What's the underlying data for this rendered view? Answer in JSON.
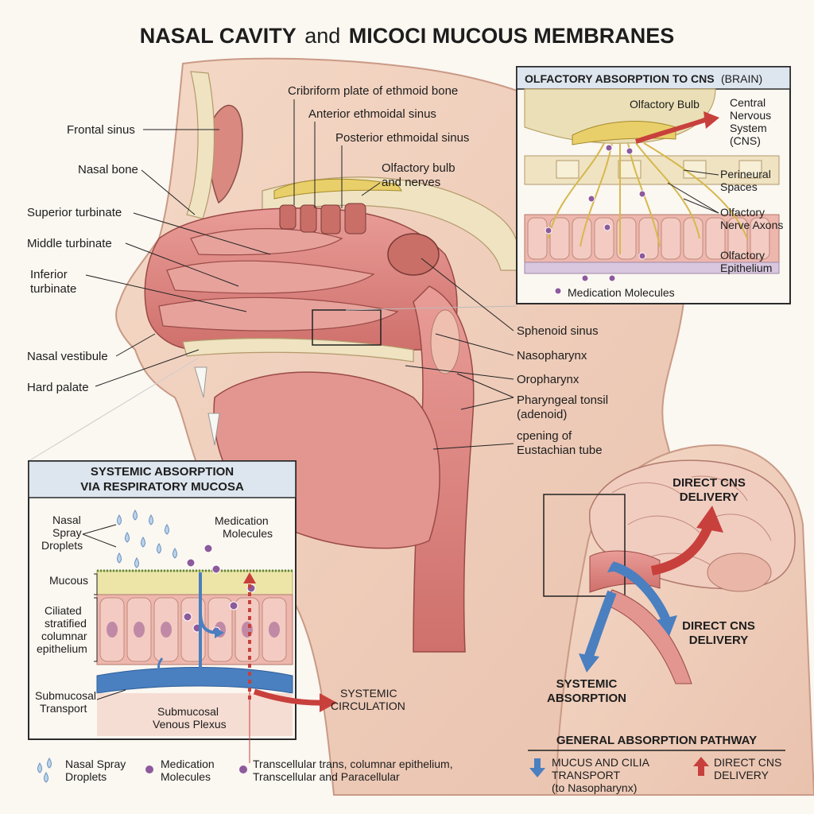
{
  "title_a": "NASAL CAVITY",
  "title_b": "and",
  "title_c": "MICOCI MUCOUS MEMBRANES",
  "labels": {
    "frontal_sinus": "Frontal sinus",
    "nasal_bone": "Nasal bone",
    "superior_turbinate": "Superior turbinate",
    "middle_turbinate": "Middle turbinate",
    "inferior_turbinate_1": "Inferior",
    "inferior_turbinate_2": "turbinate",
    "nasal_vestibule": "Nasal vestibule",
    "hard_palate": "Hard palate",
    "cribriform": "Cribriform plate of ethmoid bone",
    "anterior_ethmoidal": "Anterior ethmoidal sinus",
    "posterior_ethmoidal": "Posterior ethmoidal sinus",
    "olfactory_bulb_nerves_1": "Olfactory bulb",
    "olfactory_bulb_nerves_2": "and nerves",
    "sphenoid_sinus": "Sphenoid sinus",
    "nasopharynx": "Nasopharynx",
    "oropharynx": "Oropharynx",
    "pharyngeal_tonsil_1": "Pharyngeal tonsil",
    "pharyngeal_tonsil_2": "(adenoid)",
    "eustachian_1": "cpening of",
    "eustachian_2": "Eustachian tube"
  },
  "olfactory_inset": {
    "title": "OLFACTORY ABSORPTION TO CNS",
    "title_suffix": "(BRAIN)",
    "olfactory_bulb": "Olfactory Bulb",
    "cns_1": "Central",
    "cns_2": "Nervous",
    "cns_3": "System",
    "cns_4": "(CNS)",
    "perineural_1": "Perineural",
    "perineural_2": "Spaces",
    "axons_1": "Olfactory",
    "axons_2": "Nerve Axons",
    "epithelium_1": "Olfactory",
    "epithelium_2": "Epithelium",
    "medication": "Medication Molecules"
  },
  "systemic_inset": {
    "title_1": "SYSTEMIC ABSORPTION",
    "title_2": "VIA RESPIRATORY MUCOSA",
    "spray_1": "Nasal",
    "spray_2": "Spray",
    "spray_3": "Droplets",
    "med_1": "Medication",
    "med_2": "Molecules",
    "mucous": "Mucous",
    "ciliated_1": "Ciliated",
    "ciliated_2": "stratified",
    "ciliated_3": "columnar",
    "ciliated_4": "epithelium",
    "submucosal_1": "Submucosal",
    "submucosal_2": "Transport",
    "plexus_1": "Submucosal",
    "plexus_2": "Venous Plexus",
    "circulation_1": "SYSTEMIC",
    "circulation_2": "CIRCULATION"
  },
  "brain_panel": {
    "direct_cns_top_1": "DIRECT CNS",
    "direct_cns_top_2": "DELIVERY",
    "direct_cns_mid_1": "DIRECT CNS",
    "direct_cns_mid_2": "DELIVERY",
    "systemic_1": "SYSTEMIC",
    "systemic_2": "ABSORPTION"
  },
  "legend": {
    "spray_1": "Nasal Spray",
    "spray_2": "Droplets",
    "med_1": "Medication",
    "med_2": "Molecules",
    "trans_1": "Transcellular trans, columnar epithelium,",
    "trans_2": "Transcellular and Paracellular"
  },
  "pathway_legend": {
    "title": "GENERAL ABSORPTION PATHWAY",
    "mucus_1": "MUCUS AND CILIA",
    "mucus_2": "TRANSPORT",
    "mucus_3": "(to Nasopharynx)",
    "cns_1": "DIRECT CNS",
    "cns_2": "DELIVERY"
  },
  "colors": {
    "mucosa": "#e08f8c",
    "bone": "#efe3c2",
    "nerve": "#e9cf6a",
    "blue_arrow": "#4a7fc0",
    "red_arrow": "#c8403c",
    "molecule": "#8d5a9c"
  }
}
